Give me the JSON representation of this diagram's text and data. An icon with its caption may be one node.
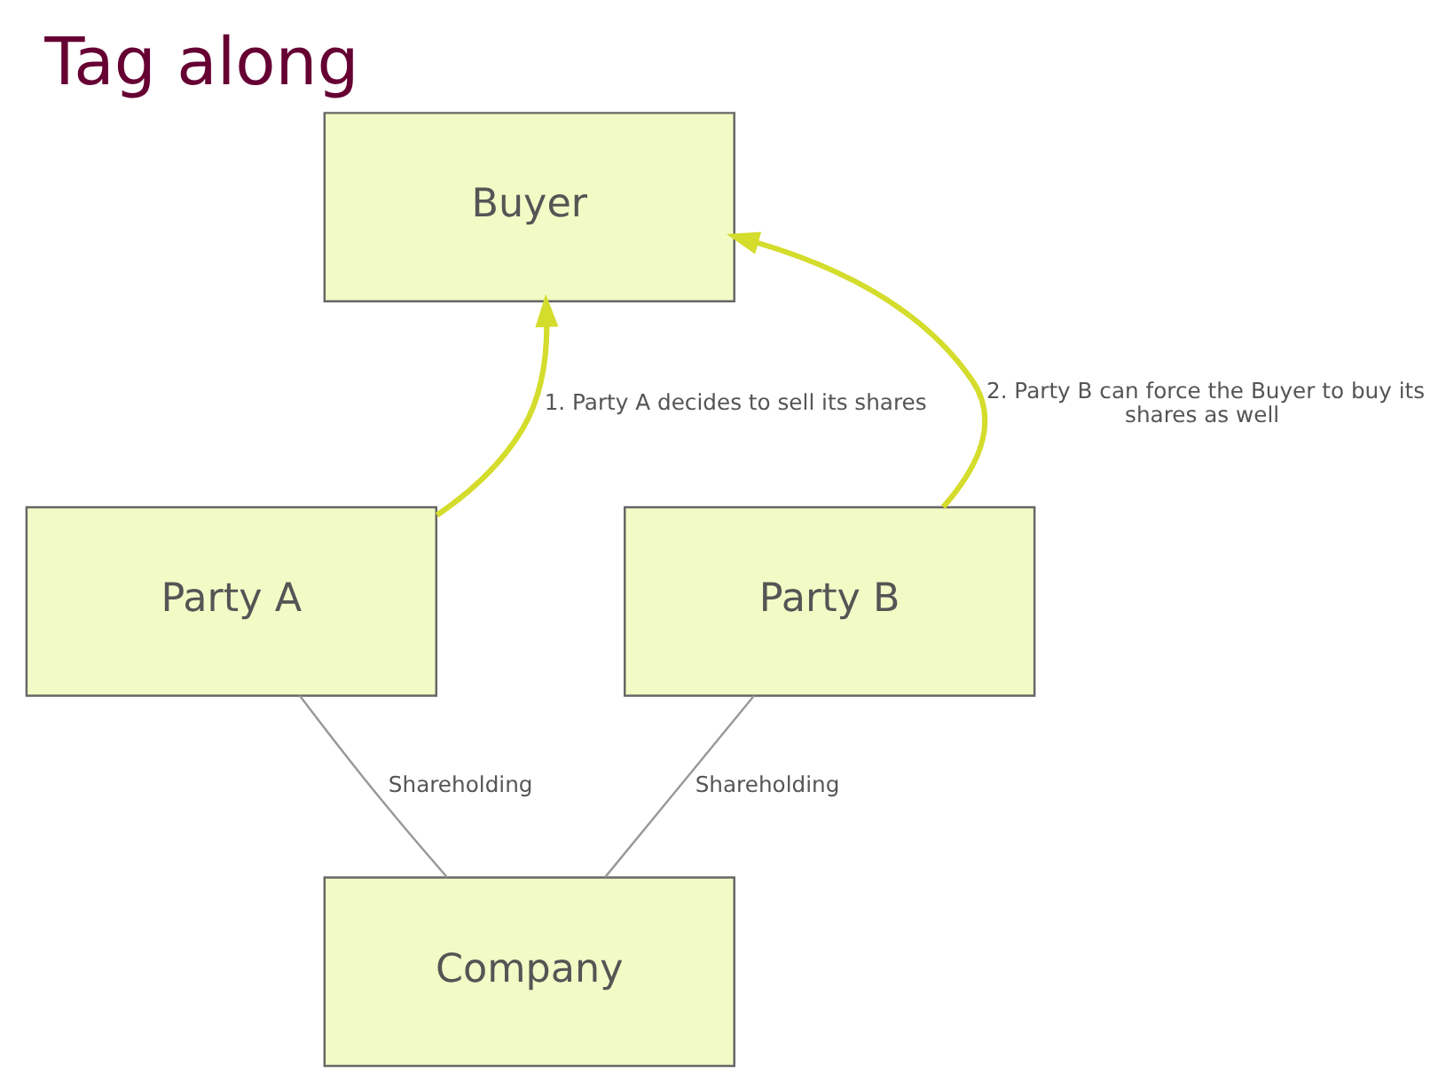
{
  "diagram": {
    "title": "Tag along",
    "nodes": [
      {
        "text": [
          "Buyer"
        ]
      },
      {
        "text": [
          "Party A"
        ]
      },
      {
        "text": [
          "Party B"
        ]
      },
      {
        "text": [
          "Company"
        ]
      }
    ],
    "edges": [
      {
        "from": 1,
        "to": 0,
        "arrow": "to",
        "label": "1. Party A decides to sell its shares",
        "style": "thick",
        "color": "#d4dc2c"
      },
      {
        "from": 2,
        "to": 0,
        "arrow": "to",
        "label": "2. Party B can force the Buyer to buy its shares as well",
        "style": "thick",
        "color": "#d4dc2c"
      },
      {
        "from": 1,
        "to": 3,
        "arrow": "none",
        "label": "Shareholding",
        "color": "#999999"
      },
      {
        "from": 2,
        "to": 3,
        "arrow": "none",
        "label": "Shareholding",
        "color": "#999999"
      }
    ]
  }
}
